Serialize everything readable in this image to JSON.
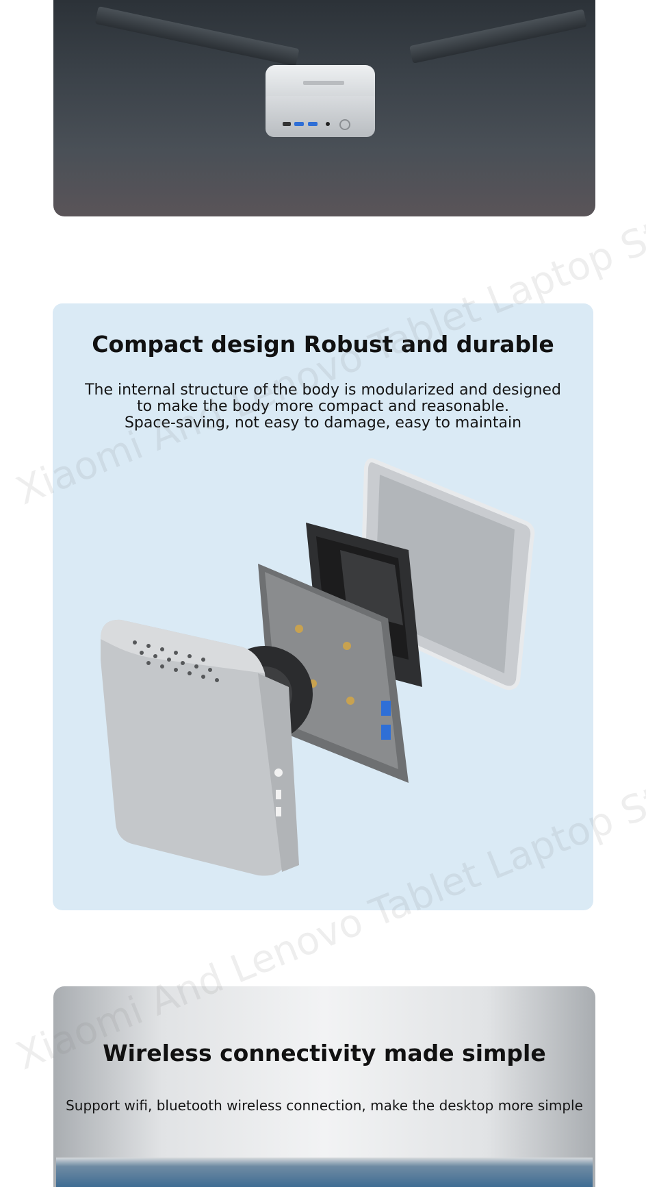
{
  "compact_section": {
    "title": "Compact design Robust and durable",
    "description_lines": [
      "The internal structure of the body is modularized and designed",
      "to make the body more compact and reasonable.",
      "Space-saving, not easy to damage, easy to maintain"
    ]
  },
  "wireless_section": {
    "title": "Wireless connectivity made simple",
    "description": "Support wifi, bluetooth wireless connection, make the desktop more simple"
  },
  "watermarks": [
    "Xiaomi And Lenovo Tablet Laptop Store",
    "Xiaomi And Lenovo Tablet Laptop Store"
  ],
  "colors": {
    "compact_bg": "#daeaf5",
    "text": "#111111"
  }
}
